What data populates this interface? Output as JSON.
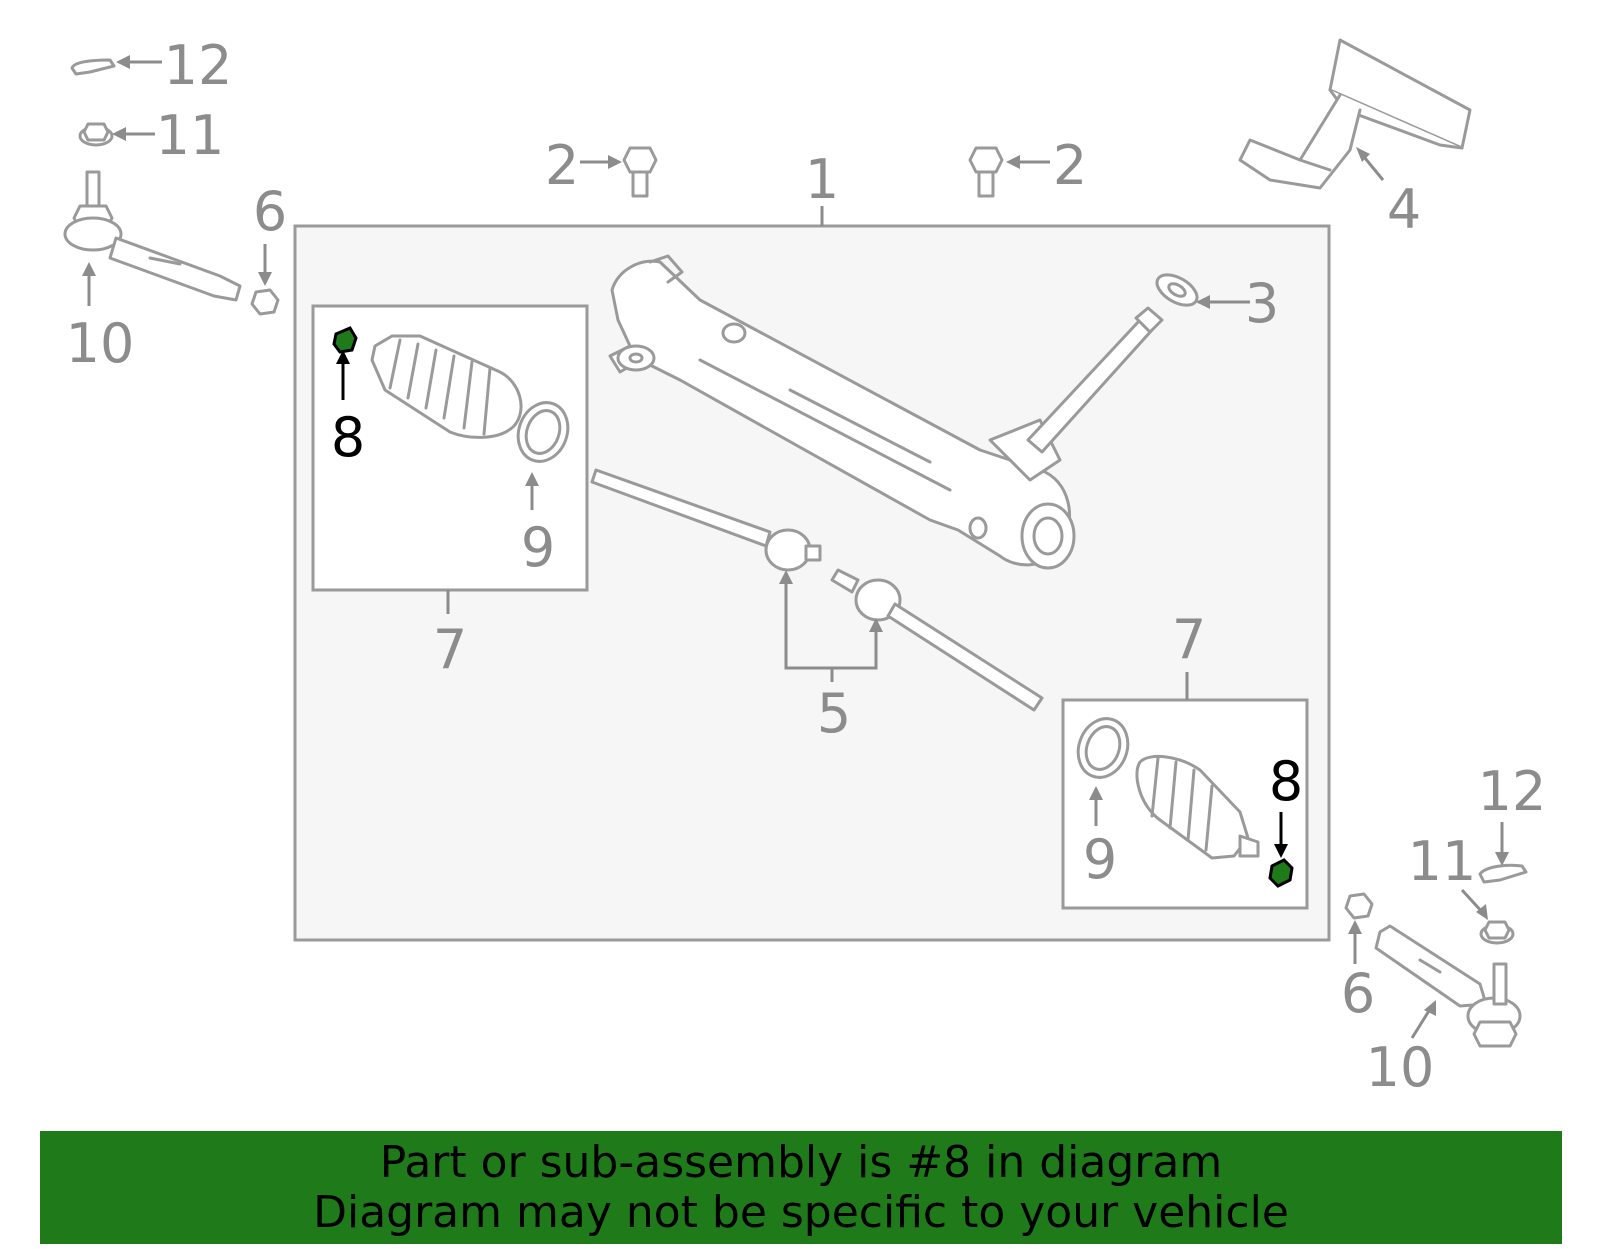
{
  "callouts": {
    "c1": "1",
    "c2a": "2",
    "c2b": "2",
    "c3": "3",
    "c4": "4",
    "c5": "5",
    "c6a": "6",
    "c6b": "6",
    "c7a": "7",
    "c7b": "7",
    "c8a": "8",
    "c8b": "8",
    "c9a": "9",
    "c9b": "9",
    "c10a": "10",
    "c10b": "10",
    "c11a": "11",
    "c11b": "11",
    "c12a": "12",
    "c12b": "12"
  },
  "highlight": {
    "part_number": "8",
    "color": "#1f7a1a"
  },
  "colors": {
    "frame": "#9a9a9a",
    "panel": "#f6f6f6",
    "label": "#8c8c8c",
    "banner": "#1f7a1a"
  },
  "banner": {
    "line1": "Part or sub-assembly is #8 in diagram",
    "line2": "Diagram may not be specific to your vehicle"
  }
}
